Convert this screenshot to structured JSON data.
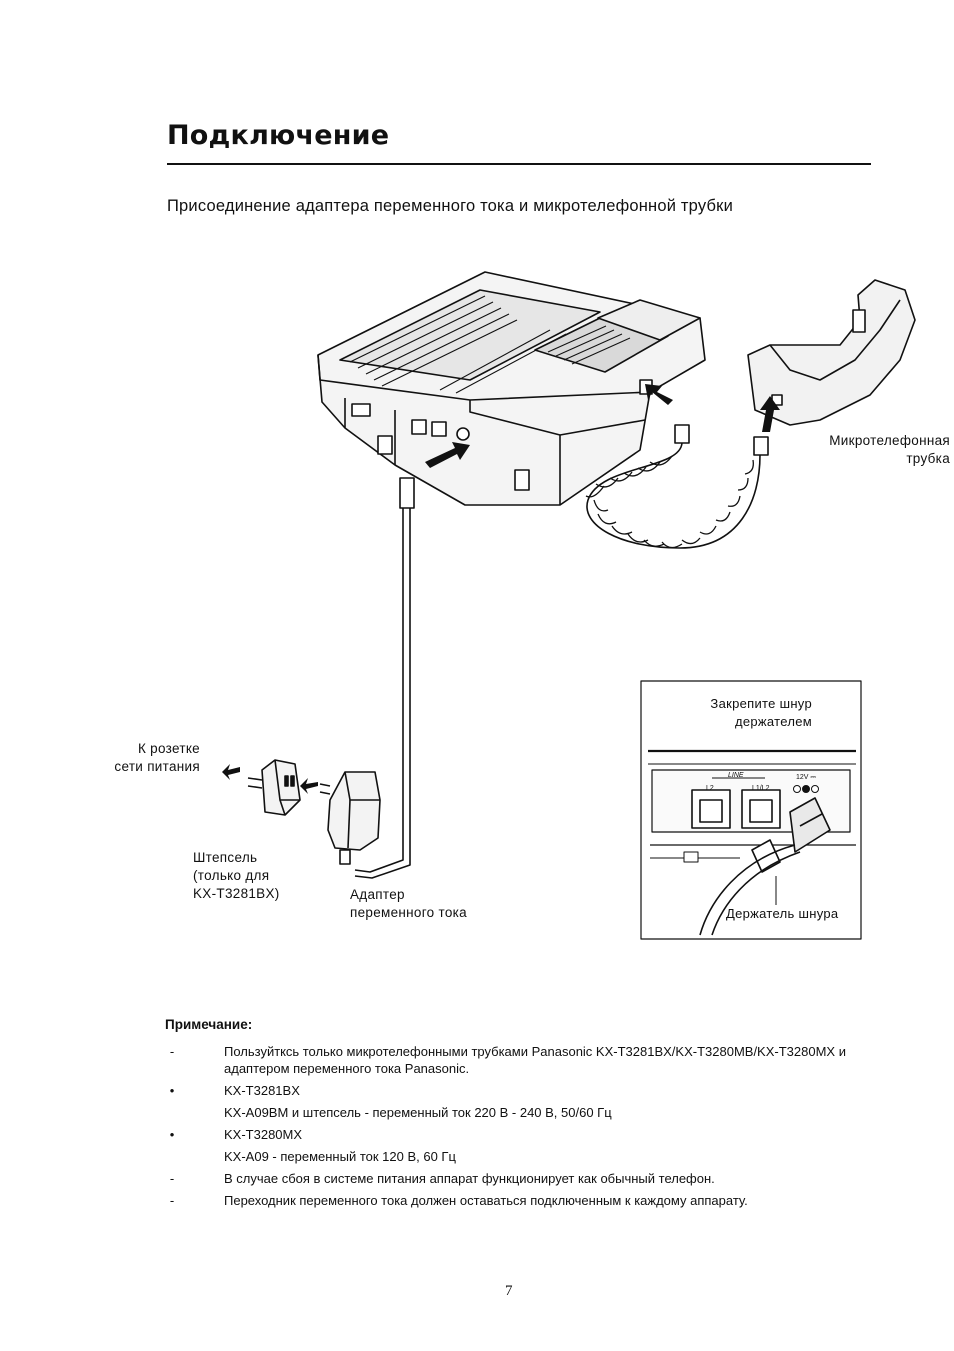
{
  "page": {
    "title": "Подключение",
    "subtitle": "Присоединение адаптера переменного тока и микротелефонной трубки",
    "page_number": "7"
  },
  "figure": {
    "handset_label": [
      "Микротелефонная",
      "трубка"
    ],
    "outlet_label": [
      "К розетке",
      "сети питания"
    ],
    "plug_label": [
      "Штепсель",
      "(только для",
      "KX-T3281BX)"
    ],
    "adapter_label": [
      "Адаптер",
      "переменного тока"
    ],
    "inset": {
      "caption": [
        "Закрепите шнур",
        "держателем"
      ],
      "jack_group_label": "LINE",
      "jack_labels": [
        "L2",
        "L1/L2"
      ],
      "power_label": "12V ⎓",
      "holder_label": "Держатель шнура"
    }
  },
  "notes": {
    "heading": "Примечание:",
    "items": [
      {
        "bullet": "-",
        "text": "Пользуйткcь только микротелефонными трубками Panasonic KX-T3281BX/KX-T3280MB/KX-T3280MX и адаптером переменного тока Panasonic."
      },
      {
        "bullet": "•",
        "text": "KX-T3281BX",
        "sub": "KX-A09BM и штепсель - переменный ток 220 В - 240 В, 50/60 Гц"
      },
      {
        "bullet": "•",
        "text": "KX-T3280MX",
        "sub": "KX-A09 - переменный ток 120 В, 60 Гц"
      },
      {
        "bullet": "-",
        "text": "В случае сбоя в системе питания аппарат функционирует как обычный телефон."
      },
      {
        "bullet": "-",
        "text": "Переходник переменного тока должен оставаться подключенным к каждому аппарату."
      }
    ]
  }
}
